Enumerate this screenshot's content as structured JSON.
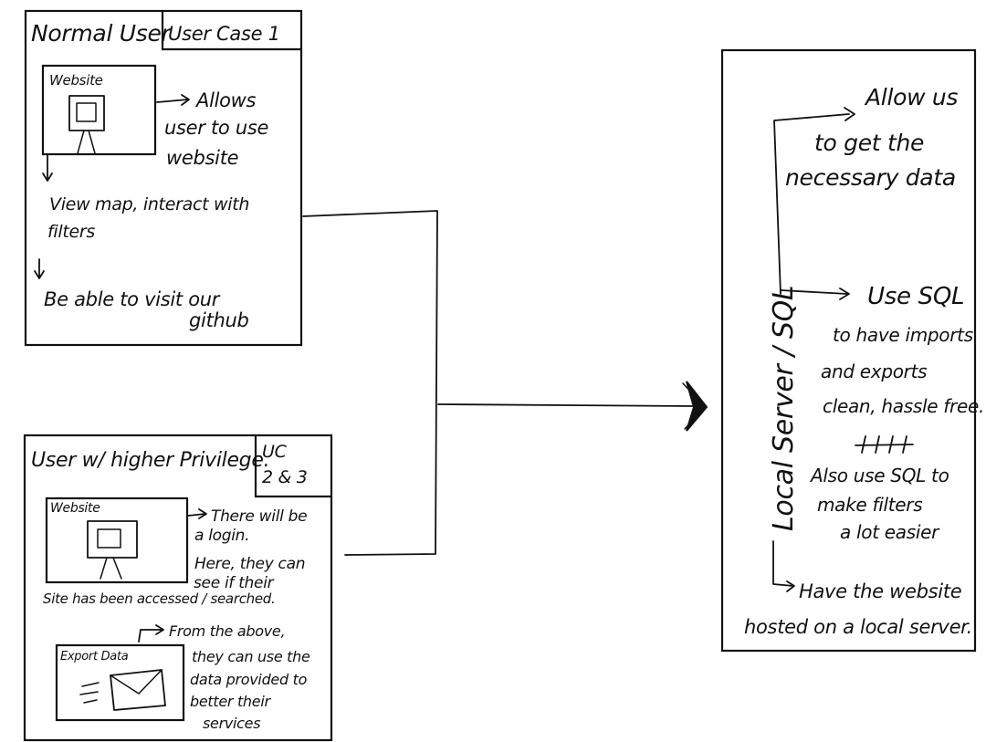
{
  "panel_normal": {
    "title": "Normal User",
    "tag": "User Case 1",
    "website_label": "Website",
    "allows": [
      "Allows",
      "user to use",
      "website"
    ],
    "view_map": [
      "View map, interact with",
      "filters"
    ],
    "github": [
      "Be able to  visit  our",
      "github"
    ]
  },
  "panel_privileged": {
    "title": "User w/ higher Privilege.",
    "tag": [
      "UC",
      "2 & 3"
    ],
    "website_label": "Website",
    "login": [
      "There will be",
      "a login."
    ],
    "here": [
      "Here, they can",
      "see if their"
    ],
    "site_accessed": "Site has been accessed / searched.",
    "export_label": "Export Data",
    "from_above": [
      "From the above,",
      "they can use the",
      "data provided to",
      "better  their",
      "services"
    ]
  },
  "panel_server": {
    "vertical_title": "Local Server / SQL",
    "get_data": [
      "Allow us",
      "to get the",
      "necessary data"
    ],
    "use_sql": "Use SQL",
    "imports": [
      "to have imports",
      "and exports",
      "clean, hassle free."
    ],
    "filters": [
      "Also use SQL to",
      "make filters",
      "a lot easier"
    ],
    "hosted": [
      "Have the website",
      "hosted on   a  local server."
    ]
  }
}
